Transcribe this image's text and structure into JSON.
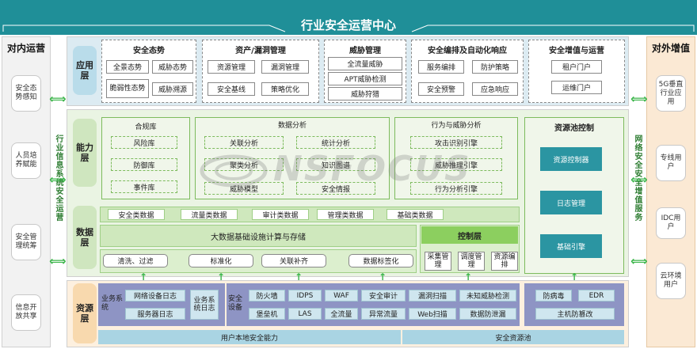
{
  "header": {
    "title": "行业安全运营中心"
  },
  "left": {
    "title": "对内运营",
    "items": [
      "安全态势感知",
      "人员培养赋能",
      "安全管理统筹",
      "信息开放共享"
    ],
    "vertical": "行业信息系统安全运营"
  },
  "right": {
    "title": "对外增值",
    "items": [
      "5G垂直行业应用",
      "专线用户",
      "IDC用户",
      "云环境用户"
    ],
    "vertical": "网络安全安全增值服务"
  },
  "app": {
    "label": "应用层",
    "groups": [
      {
        "title": "安全态势",
        "items": [
          "全景态势",
          "威胁态势",
          "脆弱性态势",
          "威胁溯源"
        ]
      },
      {
        "title": "资产/漏洞管理",
        "items": [
          "资源管理",
          "漏洞管理",
          "安全基线",
          "策略优化"
        ]
      },
      {
        "title": "威胁管理",
        "items": [
          "全流量威胁",
          "APT威胁检测",
          "威胁狩猎"
        ]
      },
      {
        "title": "安全编排及自动化响应",
        "items": [
          "服务编排",
          "防护策略",
          "安全预警",
          "应急响应"
        ]
      },
      {
        "title": "安全增值与运营",
        "items": [
          "租户门户",
          "运维门户"
        ]
      }
    ]
  },
  "capability": {
    "label": "能力层",
    "repo": {
      "title": "合规库",
      "items": [
        "风险库",
        "防御库",
        "事件库"
      ]
    },
    "analysis": {
      "title": "数据分析",
      "items": [
        "关联分析",
        "统计分析",
        "聚类分析",
        "知识图谱",
        "威胁模型",
        "安全情报"
      ]
    },
    "behavior": {
      "title": "行为与威胁分析",
      "items": [
        "攻击识别引擎",
        "威胁推理引擎",
        "行为分析引擎"
      ]
    },
    "pool": {
      "title": "资源池控制",
      "items": [
        "资源控制器",
        "日志管理",
        "基础引擎"
      ]
    }
  },
  "data": {
    "label": "数据层",
    "types": [
      "安全类数据",
      "流量类数据",
      "审计类数据",
      "管理类数据",
      "基础类数据"
    ],
    "platform": "大数据基础设施计算与存储",
    "process": [
      "清洗、过滤",
      "标准化",
      "关联补齐",
      "数据标签化"
    ],
    "control": {
      "title": "控制层",
      "items": [
        "采集管理",
        "调度管理",
        "资源编排"
      ]
    }
  },
  "resource": {
    "label": "资源层",
    "biz": {
      "title": "业务系统",
      "items": [
        "网络设备日志",
        "服务器日志"
      ],
      "extra": "业务系统日志"
    },
    "sec": {
      "title": "安全设备",
      "items": [
        "防火墙",
        "IDPS",
        "WAF",
        "安全审计",
        "漏洞扫描",
        "未知威胁检测",
        "堡垒机",
        "LAS",
        "全流量",
        "异常流量",
        "Web扫描",
        "数据防泄漏"
      ]
    },
    "host": {
      "items": [
        "防病毒",
        "EDR",
        "主机防篡改"
      ]
    },
    "bottom": [
      "用户本地安全能力",
      "安全资源池"
    ]
  },
  "watermark": "NSFOCUS",
  "colors": {
    "header": "#1f8f98",
    "green": "#3bb54a",
    "app_bg": "#dcebf2",
    "cap_bg": "#eaf4e3",
    "res_bg": "#fdf0df"
  }
}
